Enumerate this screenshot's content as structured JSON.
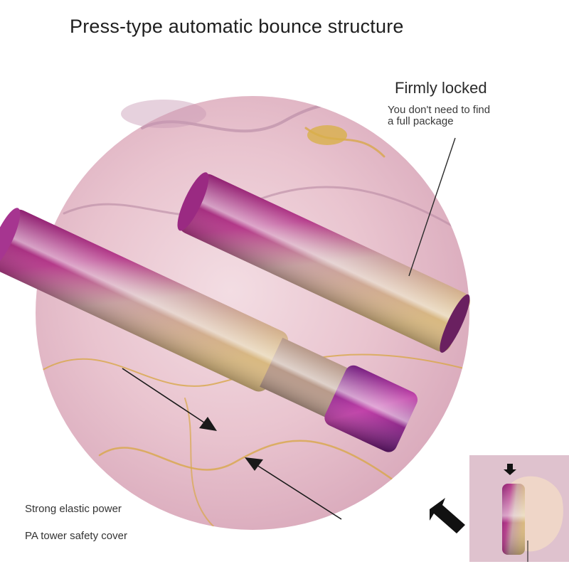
{
  "title": "Press-type automatic bounce structure",
  "callout": {
    "heading": "Firmly locked",
    "lines": [
      "You don't need to find",
      "a full package"
    ]
  },
  "features": [
    "Strong elastic power",
    "PA tower safety cover"
  ],
  "colors": {
    "tube_magenta": "#b0246f",
    "tube_purple": "#7a1e7e",
    "tube_gold": "#c9a46a",
    "marble_pink": "#ecc9d3",
    "gold_vein": "#d8a84a",
    "annotation": "#1a1a1a"
  },
  "icons": [
    "arrow-right-icon",
    "arrow-left-icon",
    "pointer-arrow-icon"
  ]
}
